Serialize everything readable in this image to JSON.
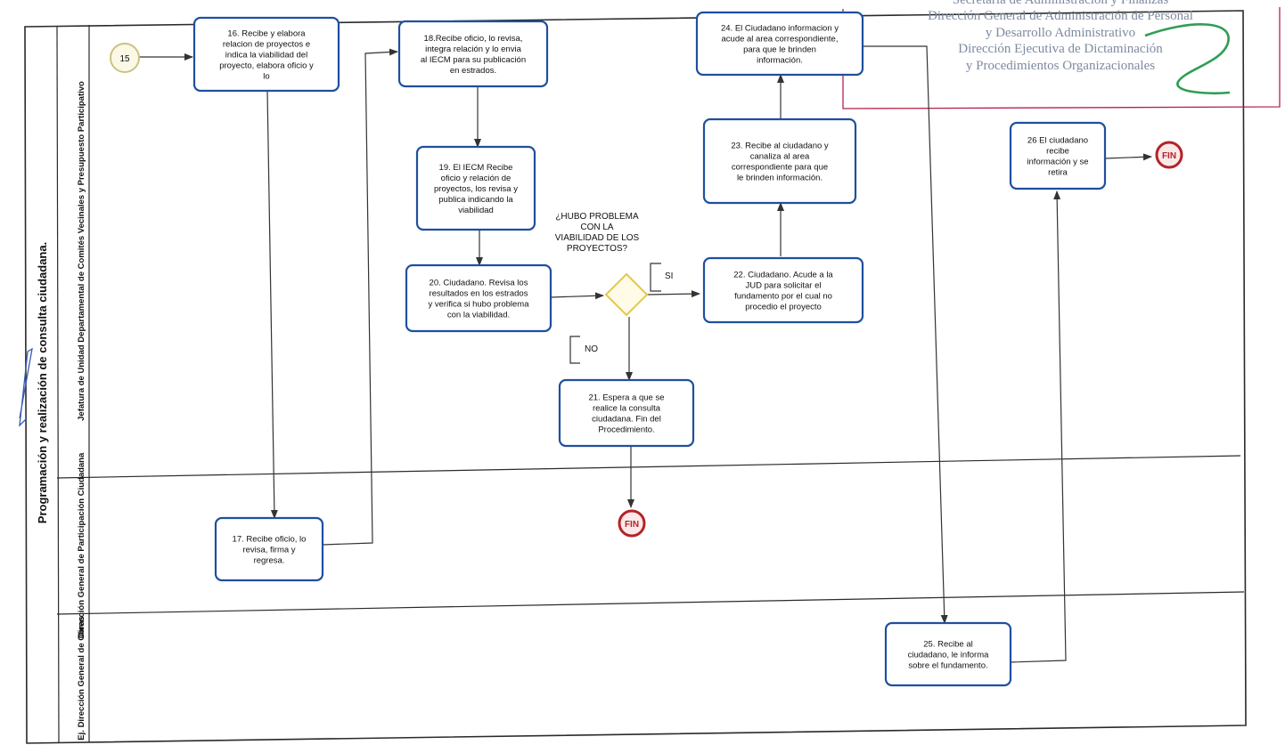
{
  "pool_title": "Programación y realización de consulta ciudadana.",
  "lanes": [
    "Jefatura de Unidad Departamental de Comités Vecinales y Presupuesto Participativo",
    "Dirección General de Participación Ciudadana",
    "Ej. Dirección General de Obras"
  ],
  "start_label": "15",
  "end_label": "FIN",
  "tasks": {
    "t16": [
      "16. Recibe y elabora",
      "relacion de proyectos e",
      "indica la viabilidad del",
      "proyecto, elabora oficio y",
      "lo"
    ],
    "t17": [
      "17. Recibe oficio, lo",
      "revisa, firma y",
      "regresa."
    ],
    "t18": [
      "18.Recibe oficio, lo revisa,",
      "integra relación y lo envia",
      "al IECM para su publicación",
      "en estrados."
    ],
    "t19": [
      "19. El IECM Recibe",
      "oficio y relación de",
      "proyectos, los revisa y",
      "publica indicando la",
      "viabilidad"
    ],
    "t20": [
      "20. Ciudadano. Revisa los",
      "resultados en los estrados",
      "y verifica si hubo problema",
      "con la viabilidad."
    ],
    "t21": [
      "21. Espera a que se",
      "realice la consulta",
      "ciudadana. Fin del",
      "Procedimiento."
    ],
    "t22": [
      "22. Ciudadano. Acude a la",
      "JUD para solicitar el",
      "fundamento por el cual no",
      "procedio el proyecto"
    ],
    "t23": [
      "23. Recibe al ciudadano y",
      "canaliza al area",
      "correspondiente para que",
      "le brinden información."
    ],
    "t24": [
      "24. El Ciudadano informacion y",
      "acude al area correspondiente,",
      "para que le brinden",
      "información."
    ],
    "t25": [
      "25. Recibe al",
      "ciudadano, le informa",
      "sobre el fundamento."
    ],
    "t26": [
      "26 El ciudadano",
      "recibe",
      "información y se",
      "retira"
    ]
  },
  "gateway_question": [
    "¿HUBO PROBLEMA",
    "CON LA",
    "VIABILIDAD DE LOS",
    "PROYECTOS?"
  ],
  "gateway_yes": "SI",
  "gateway_no": "NO",
  "stamp_lines": [
    "Secretaría de Administración y Finanzas",
    "Dirección General de Administración de Personal",
    "y Desarrollo Administrativo",
    "Dirección Ejecutiva de Dictaminación",
    "y Procedimientos Organizacionales"
  ],
  "colors": {
    "task_border": "#1f4f9e",
    "gateway": "#e3c84a",
    "end_event": "#b3232a",
    "stamp_border": "#b3234a"
  }
}
